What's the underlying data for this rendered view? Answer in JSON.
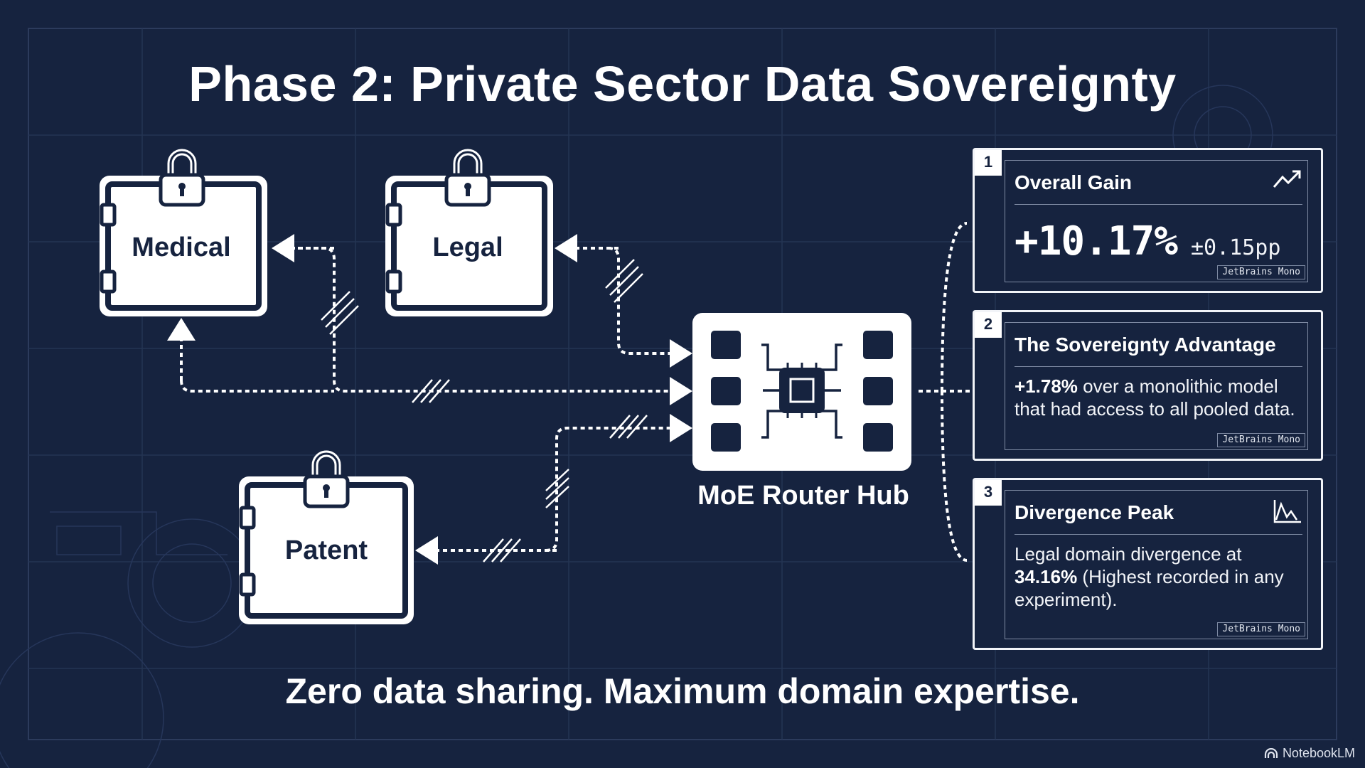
{
  "title": "Phase 2: Private Sector Data Sovereignty",
  "domains": [
    {
      "name": "Medical"
    },
    {
      "name": "Legal"
    },
    {
      "name": "Patent"
    }
  ],
  "hub": {
    "label": "MoE Router Hub"
  },
  "cards": [
    {
      "number": "1",
      "title": "Overall Gain",
      "value": "+10.17%",
      "tolerance": "±0.15pp",
      "font_tag": "JetBrains Mono",
      "icon": "trending-up-icon"
    },
    {
      "number": "2",
      "title": "The Sovereignty Advantage",
      "highlight": "+1.78%",
      "body": " over a monolithic model that had access to all pooled data.",
      "font_tag": "JetBrains Mono"
    },
    {
      "number": "3",
      "title": "Divergence Peak",
      "body_pre": "Legal domain divergence at ",
      "highlight": "34.16%",
      "body_post": " (Highest recorded in any experiment).",
      "font_tag": "JetBrains Mono",
      "icon": "area-chart-icon"
    }
  ],
  "tagline": "Zero data sharing. Maximum domain expertise.",
  "brand": "NotebookLM",
  "colors": {
    "background": "#16233f",
    "foreground": "#ffffff",
    "grid": "#2c3b5c",
    "rule": "#7e8aa3"
  }
}
